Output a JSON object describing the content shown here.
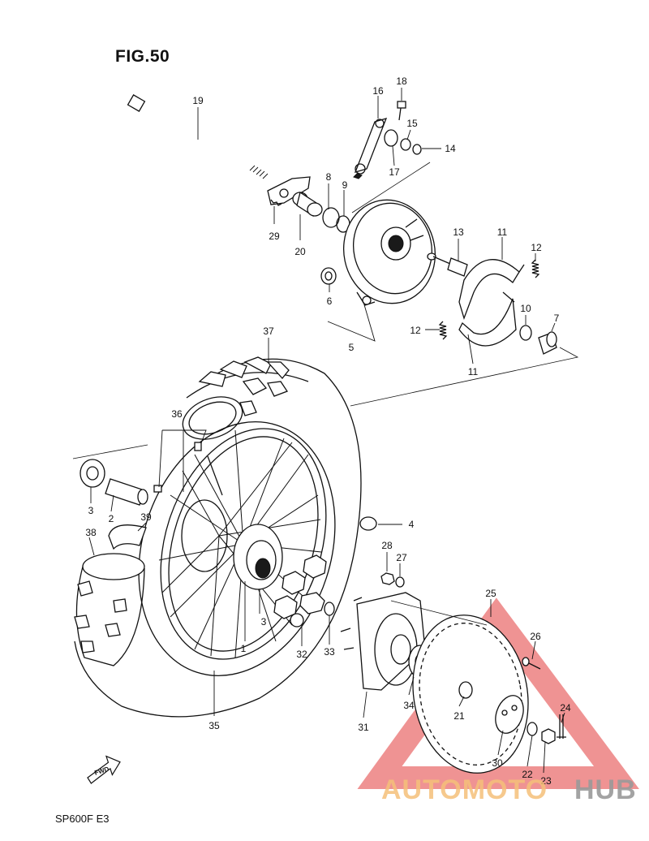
{
  "figure": {
    "title": "FIG.50",
    "model_code": "SP600F  E3",
    "fwd_label": "FWD"
  },
  "callouts": [
    {
      "id": "c19",
      "label": "19"
    },
    {
      "id": "c16",
      "label": "16"
    },
    {
      "id": "c18",
      "label": "18"
    },
    {
      "id": "c15",
      "label": "15"
    },
    {
      "id": "c14",
      "label": "14"
    },
    {
      "id": "c17",
      "label": "17"
    },
    {
      "id": "c8",
      "label": "8"
    },
    {
      "id": "c9",
      "label": "9"
    },
    {
      "id": "c29",
      "label": "29"
    },
    {
      "id": "c20",
      "label": "20"
    },
    {
      "id": "c13",
      "label": "13"
    },
    {
      "id": "c11a",
      "label": "11"
    },
    {
      "id": "c12a",
      "label": "12"
    },
    {
      "id": "c6",
      "label": "6"
    },
    {
      "id": "c5",
      "label": "5"
    },
    {
      "id": "c12b",
      "label": "12"
    },
    {
      "id": "c10",
      "label": "10"
    },
    {
      "id": "c7",
      "label": "7"
    },
    {
      "id": "c11b",
      "label": "11"
    },
    {
      "id": "c37",
      "label": "37"
    },
    {
      "id": "c36",
      "label": "36"
    },
    {
      "id": "c3a",
      "label": "3"
    },
    {
      "id": "c2",
      "label": "2"
    },
    {
      "id": "c39",
      "label": "39"
    },
    {
      "id": "c38",
      "label": "38"
    },
    {
      "id": "c4",
      "label": "4"
    },
    {
      "id": "c28",
      "label": "28"
    },
    {
      "id": "c27",
      "label": "27"
    },
    {
      "id": "c25",
      "label": "25"
    },
    {
      "id": "c3b",
      "label": "3"
    },
    {
      "id": "c1",
      "label": "1"
    },
    {
      "id": "c32",
      "label": "32"
    },
    {
      "id": "c33",
      "label": "33"
    },
    {
      "id": "c26",
      "label": "26"
    },
    {
      "id": "c34",
      "label": "34"
    },
    {
      "id": "c21",
      "label": "21"
    },
    {
      "id": "c24",
      "label": "24"
    },
    {
      "id": "c35",
      "label": "35"
    },
    {
      "id": "c31",
      "label": "31"
    },
    {
      "id": "c30",
      "label": "30"
    },
    {
      "id": "c22",
      "label": "22"
    },
    {
      "id": "c23",
      "label": "23"
    }
  ],
  "watermark": {
    "part1": "AUTOMOTO",
    "part2": "HUB",
    "color1": "#f5c07a",
    "color2": "#9a9a9a",
    "logo_color": "#e23b3b"
  }
}
